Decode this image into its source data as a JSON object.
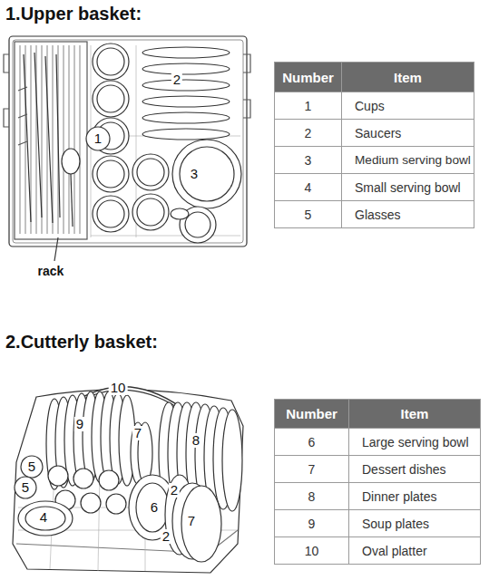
{
  "diagram": {
    "labels": [
      "1.Upper basket:",
      "2",
      "1",
      "3",
      "rack",
      "Number",
      "Item",
      "1",
      "Cups",
      "2",
      "Saucers",
      "3",
      "Medium serving bowl",
      "4",
      "Small serving bowl",
      "5",
      "Glasses",
      "2.Cutterly basket:",
      "10",
      "9",
      "7",
      "8",
      "5",
      "5",
      "4",
      "6",
      "2",
      "7",
      "2",
      "Number",
      "Item",
      "6",
      "Large serving bowl",
      "7",
      "Dessert dishes",
      "8",
      "Dinner plates",
      "9",
      "Soup plates",
      "10",
      "Oval platter"
    ]
  }
}
